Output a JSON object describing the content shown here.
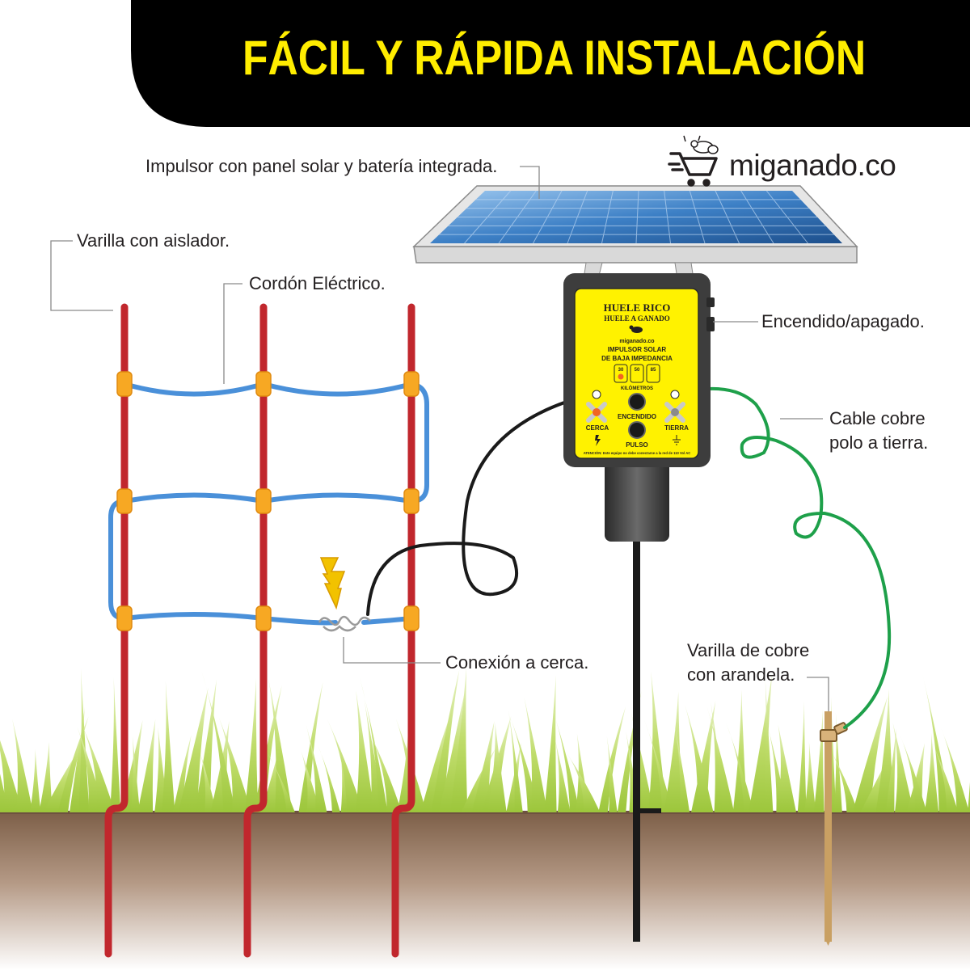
{
  "header": {
    "title": "FÁCIL Y RÁPIDA INSTALACIÓN"
  },
  "brand": {
    "name": "miganado.co"
  },
  "labels": {
    "impulsor": "Impulsor con panel solar y batería integrada.",
    "varilla": "Varilla con aislador.",
    "cordon": "Cordón Eléctrico.",
    "encendido": "Encendido/apagado.",
    "cable_line1": "Cable cobre",
    "cable_line2": "polo a tierra.",
    "conexion": "Conexión a cerca.",
    "cobre_line1": "Varilla de cobre",
    "cobre_line2": "con arandela."
  },
  "device": {
    "title_line1": "HUELE RICO",
    "title_line2": "HUELE A GANADO",
    "brand": "miganado.co",
    "subtitle_line1": "IMPULSOR  SOLAR",
    "subtitle_line2": "DE BAJA IMPEDANCIA",
    "km_options": [
      "30",
      "50",
      "85"
    ],
    "km_label": "KILÓMETROS",
    "encendido": "ENCENDIDO",
    "pulso": "PULSO",
    "cerca": "CERCA",
    "tierra": "TIERRA",
    "warning": "ATENCIÓN: Este equipo no debe conectarse a la red de 110 Vol AC"
  },
  "colors": {
    "header_bg": "#000000",
    "title": "#ffed00",
    "panel": "#2f72b8",
    "device_body": "#404040",
    "device_face": "#fff200",
    "post": "#c1272d",
    "insulator": "#f7a823",
    "fence_wire": "#4a90d9",
    "ground_wire": "#1ea04a",
    "grass": "#a8cf45",
    "soil_top": "#8a6a52",
    "soil_bottom": "#ffffff",
    "copper_rod": "#c9a063"
  }
}
